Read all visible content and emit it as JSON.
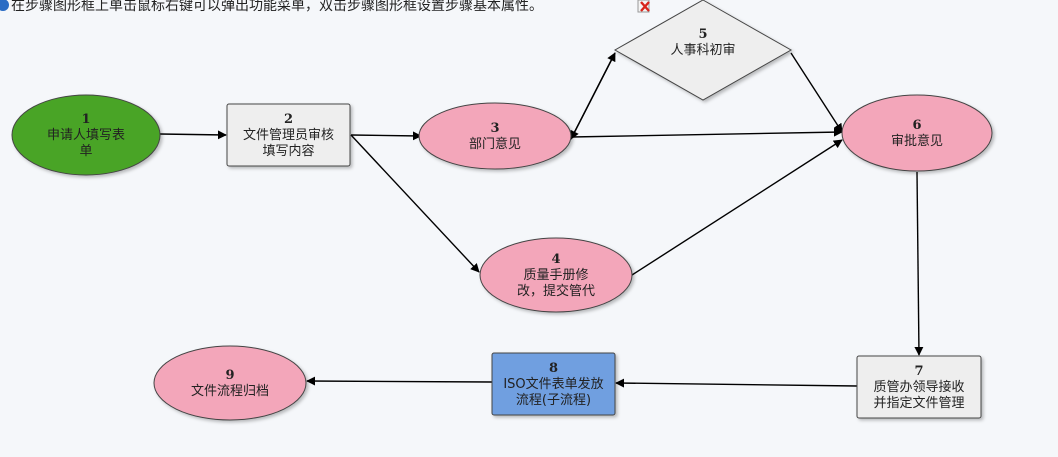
{
  "hint": {
    "text": "在步骤图形框上单击鼠标右键可以弹出功能菜单，双击步骤图形框设置步骤基本属性。"
  },
  "nodes": [
    {
      "id": "n1",
      "num": "1",
      "lines": [
        "申请人填写表",
        "单"
      ],
      "shape": "ellipse",
      "fill": "#4aa428"
    },
    {
      "id": "n2",
      "num": "2",
      "lines": [
        "文件管理员审核",
        "填写内容"
      ],
      "shape": "rect",
      "fill": "#eeeeee"
    },
    {
      "id": "n3",
      "num": "3",
      "lines": [
        "部门意见"
      ],
      "shape": "ellipse",
      "fill": "#f3a6ba"
    },
    {
      "id": "n4",
      "num": "4",
      "lines": [
        "质量手册修",
        "改，提交管代"
      ],
      "shape": "ellipse",
      "fill": "#f3a6ba"
    },
    {
      "id": "n5",
      "num": "5",
      "lines": [
        "人事科初审"
      ],
      "shape": "diamond",
      "fill": "#eeeeee"
    },
    {
      "id": "n6",
      "num": "6",
      "lines": [
        "审批意见"
      ],
      "shape": "ellipse",
      "fill": "#f3a6ba"
    },
    {
      "id": "n7",
      "num": "7",
      "lines": [
        "质管办领导接收",
        "并指定文件管理"
      ],
      "shape": "rect",
      "fill": "#eeeeee"
    },
    {
      "id": "n8",
      "num": "8",
      "lines": [
        "ISO文件表单发放",
        "流程(子流程)"
      ],
      "shape": "rect",
      "fill": "#6f9fe0"
    },
    {
      "id": "n9",
      "num": "9",
      "lines": [
        "文件流程归档"
      ],
      "shape": "ellipse",
      "fill": "#f3a6ba"
    }
  ],
  "edges": [
    {
      "from": "1",
      "to": "2"
    },
    {
      "from": "2",
      "to": "3"
    },
    {
      "from": "2",
      "to": "4"
    },
    {
      "from": "3",
      "to": "6"
    },
    {
      "from": "3",
      "to": "5"
    },
    {
      "from": "5",
      "to": "3"
    },
    {
      "from": "5",
      "to": "6"
    },
    {
      "from": "4",
      "to": "6"
    },
    {
      "from": "6",
      "to": "7"
    },
    {
      "from": "7",
      "to": "8"
    },
    {
      "from": "8",
      "to": "9"
    }
  ]
}
